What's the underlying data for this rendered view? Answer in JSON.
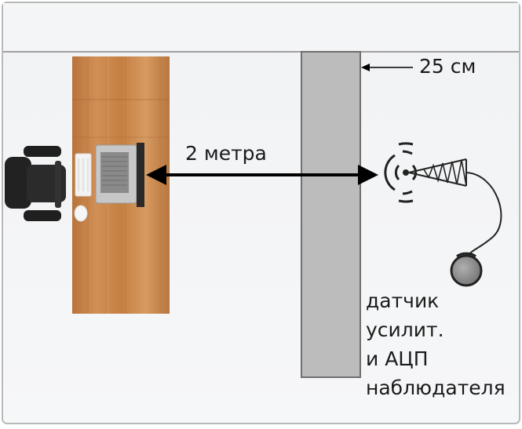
{
  "labels": {
    "distance": "2 метра",
    "wall_thickness": "25 см",
    "sensor_lines": [
      "датчик",
      "усилит.",
      "и АЦП",
      "наблюдателя"
    ]
  },
  "colors": {
    "room_floor": "#f3f4f6",
    "frame_border": "#b9b9b9",
    "ceiling_line": "#a0a0a0",
    "wall_fill": "#bcbcbc",
    "wall_border": "#6f6f6f",
    "desk_wood": "#c9864a",
    "arrow": "#000000",
    "chair": "#222222",
    "laptop": "#9a9a9a",
    "sensor": "#222222",
    "sensor_ball": "#8f8f8f"
  },
  "icons": {
    "chair": "office-chair-icon",
    "laptop": "laptop-icon",
    "keyboard": "keyboard-icon",
    "mouse": "mouse-icon",
    "sensor": "sensor-antenna-icon",
    "probe": "probe-ball-icon"
  }
}
